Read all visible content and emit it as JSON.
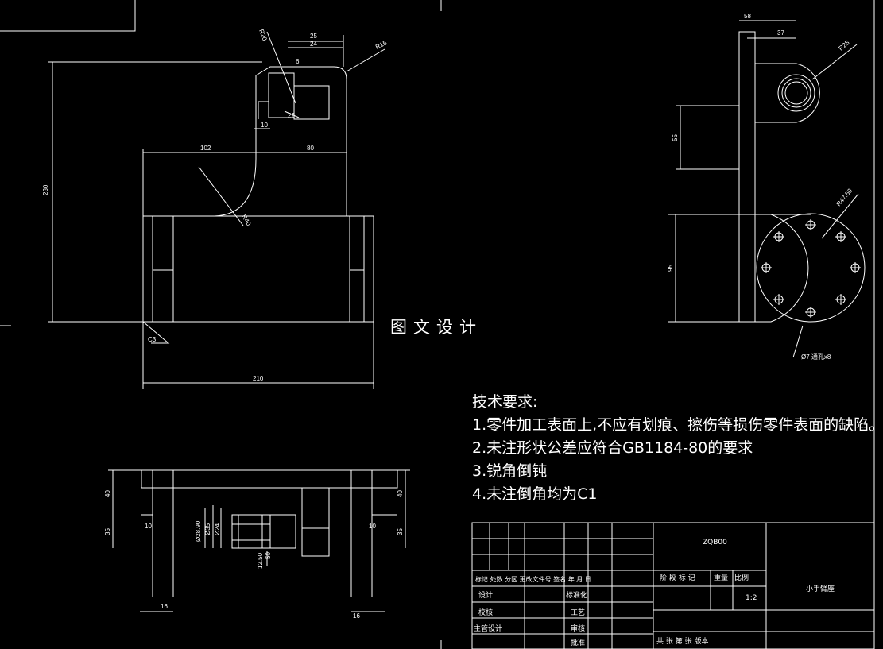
{
  "watermark": "图文设计",
  "tech_requirements": {
    "title": "技术要求:",
    "items": [
      "1.零件加工表面上,不应有划痕、擦伤等损伤零件表面的缺陷。",
      "2.未注形状公差应符合GB1184-80的要求",
      "3.锐角倒钝",
      "4.未注倒角均为C1"
    ]
  },
  "front_view_dims": {
    "r20": "R20",
    "w25": "25",
    "w24": "24",
    "r15": "R15",
    "n6": "6",
    "n22": "22",
    "n10": "10",
    "h230": "230",
    "w102": "102",
    "w80": "80",
    "r40": "R40",
    "c3": "C3",
    "w210": "210"
  },
  "side_view_dims": {
    "w58": "58",
    "w37": "37",
    "r25": "R25",
    "h55": "55",
    "r47": "R47.50",
    "h95": "95",
    "holes": "Ø7 通孔x8"
  },
  "bottom_view_dims": {
    "l40": "40",
    "l35": "35",
    "l10": "10",
    "l16": "16",
    "r40": "40",
    "r35": "35",
    "r10": "10",
    "r16": "16",
    "d28": "Ø28.90",
    "d35": "Ø35",
    "d24": "Ø24",
    "d12": "12.50",
    "h50": "50"
  },
  "title_block": {
    "code": "ZQB00",
    "part_name": "小手臂座",
    "scale": "1:2",
    "header_row": "标记 处数 分区 更改文件号 签名 年 月 日",
    "stage_label": "阶 段 标 记",
    "weight_label": "重量",
    "scale_label": "比例",
    "design": "设计",
    "standardize": "标准化",
    "check": "校核",
    "process": "工艺",
    "chief": "主管设计",
    "review": "审核",
    "approve": "批准",
    "sheets": "共 张 第 张 版本"
  }
}
